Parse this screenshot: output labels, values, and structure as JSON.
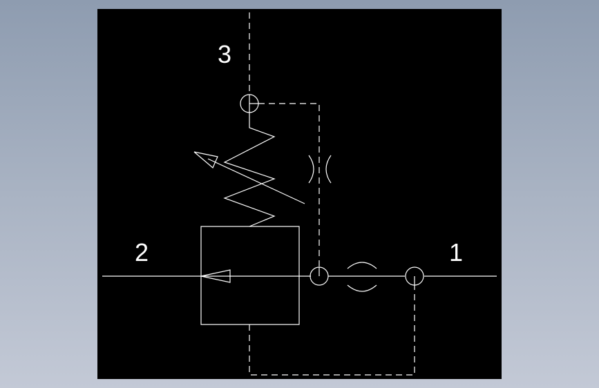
{
  "diagram": {
    "ports": {
      "port_3": "3",
      "port_2": "2",
      "port_1": "1"
    }
  },
  "colors": {
    "background": "#000000",
    "line": "#ffffff",
    "frame": "#a9b3c3"
  }
}
